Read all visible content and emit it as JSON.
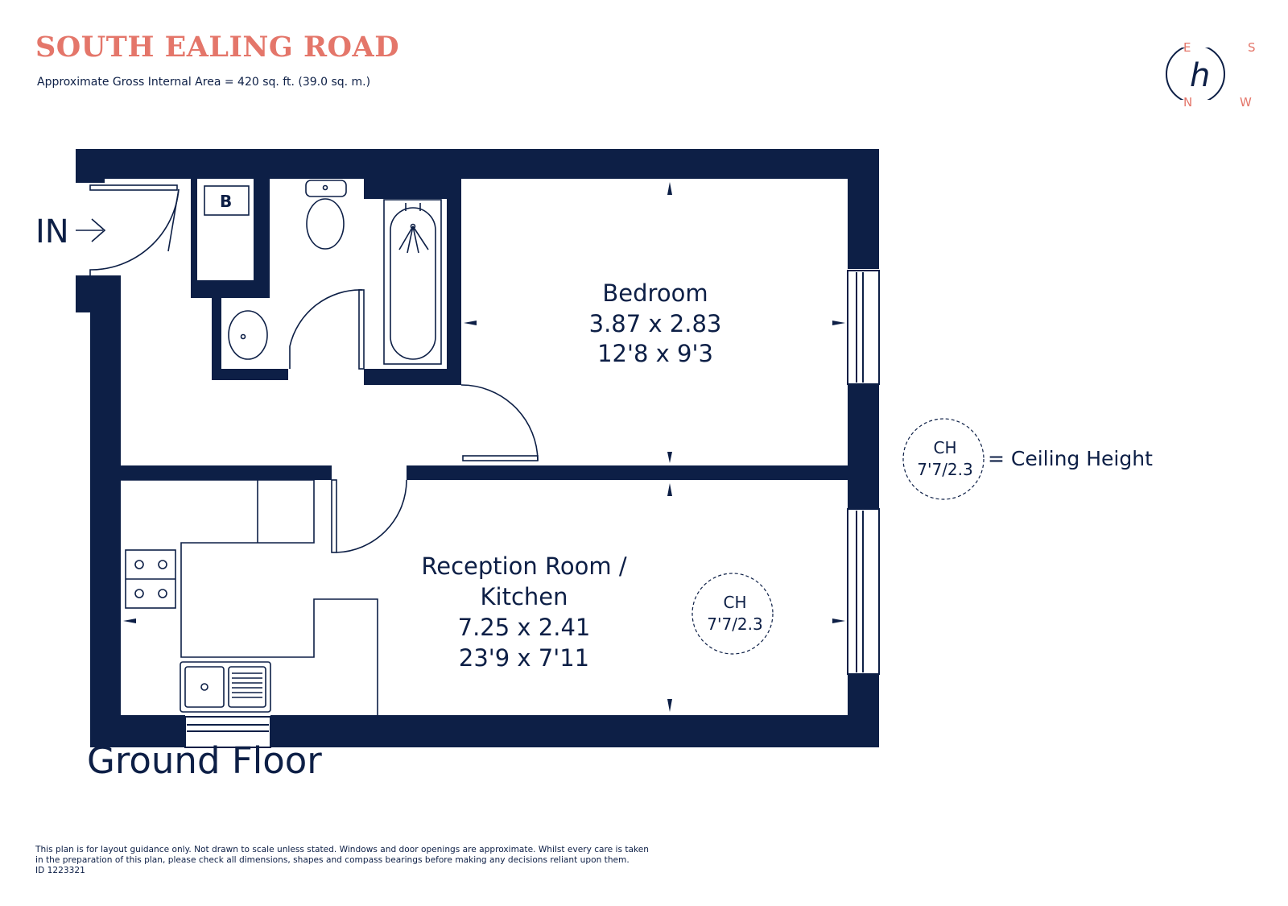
{
  "header": {
    "title": "SOUTH EALING ROAD",
    "area_text": "Approximate Gross Internal Area = 420 sq. ft. (39.0 sq. m.)"
  },
  "compass": {
    "e": "E",
    "s": "S",
    "n": "N",
    "w": "W",
    "monogram": "h"
  },
  "entrance": {
    "label": "IN"
  },
  "boiler": {
    "label": "B"
  },
  "rooms": {
    "bedroom": {
      "name": "Bedroom",
      "metric": "3.87 x 2.83",
      "imperial": "12'8 x 9'3"
    },
    "reception": {
      "name_line1": "Reception Room /",
      "name_line2": "Kitchen",
      "metric": "7.25 x 2.41",
      "imperial": "23'9 x 7'11"
    }
  },
  "ceiling_height": {
    "code": "CH",
    "value": "7'7/2.3",
    "legend": "= Ceiling Height"
  },
  "floor": {
    "label": "Ground Floor"
  },
  "footer": {
    "disclaimer_line1": "This plan is for layout guidance only. Not drawn to scale unless stated. Windows and door openings are approximate. Whilst every care is taken",
    "disclaimer_line2": "in the preparation of this plan, please check all dimensions, shapes and compass bearings before making any decisions reliant upon them.",
    "id": "ID 1223321"
  },
  "colors": {
    "wall": "#0d1f46",
    "accent": "#e4766a",
    "background": "#ffffff"
  }
}
